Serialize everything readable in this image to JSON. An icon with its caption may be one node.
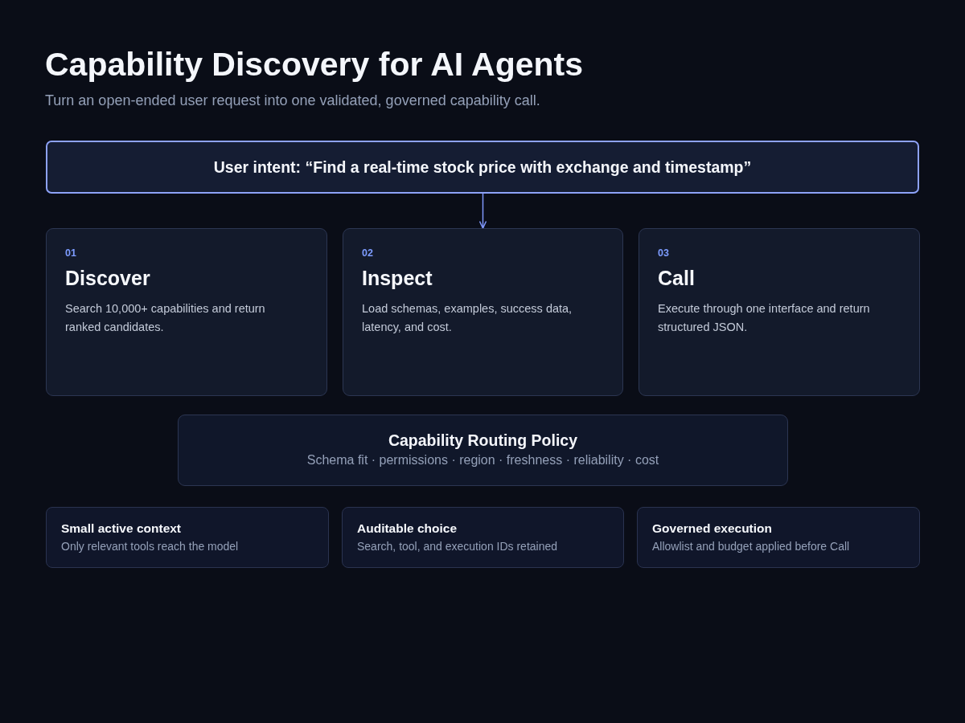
{
  "diagram": {
    "title": "Capability Discovery for AI Agents",
    "nodes": [
      {
        "text": [
          "User intent: “Find a real-time stock price with exchange and timestamp”"
        ]
      },
      {
        "text": [
          "01",
          "Discover",
          "Search 10,000+ capabilities and return ranked candidates."
        ]
      },
      {
        "text": [
          "02",
          "Inspect",
          "Load schemas, examples, success data, latency, and cost."
        ]
      },
      {
        "text": [
          "03",
          "Call",
          "Execute through one interface and return structured JSON."
        ]
      },
      {
        "text": [
          "Capability Routing Policy",
          "Schema fit · permissions · region · freshness · reliability · cost"
        ]
      },
      {
        "text": [
          "Small active context",
          "Only relevant tools reach the model"
        ]
      },
      {
        "text": [
          "Auditable choice",
          "Search, tool, and execution IDs retained"
        ]
      },
      {
        "text": [
          "Governed execution",
          "Allowlist and budget applied before Call"
        ]
      }
    ],
    "edges": [
      {
        "from": 0,
        "to": 2,
        "arrow": "to"
      }
    ],
    "labels": [
      "Turn an open-ended user request into one validated, governed capability call."
    ]
  }
}
